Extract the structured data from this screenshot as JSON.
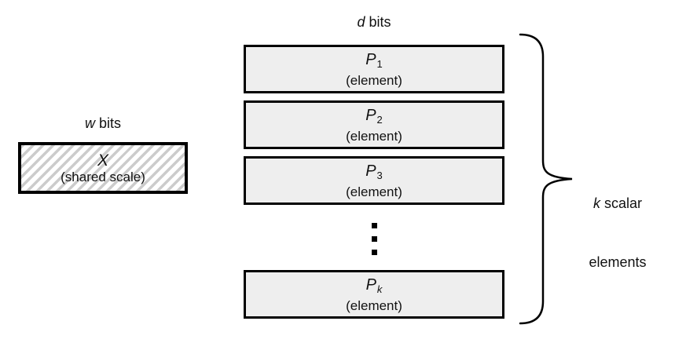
{
  "diagram": {
    "shared_scale": {
      "width_label": {
        "var": "w",
        "rest": " bits"
      },
      "box": {
        "name": "X",
        "caption": "(shared scale)"
      }
    },
    "elements_column": {
      "width_label": {
        "var": "d",
        "rest": " bits"
      },
      "boxes": [
        {
          "name": "P",
          "sub": "1",
          "caption": "(element)"
        },
        {
          "name": "P",
          "sub": "2",
          "caption": "(element)"
        },
        {
          "name": "P",
          "sub": "3",
          "caption": "(element)"
        },
        {
          "name": "P",
          "sub": "k",
          "caption": "(element)"
        }
      ],
      "ellipsis": "⋮"
    },
    "brace_label": {
      "var": "k",
      "line1_rest": " scalar",
      "line2": "elements"
    }
  },
  "colors": {
    "background": "#ffffff",
    "border": "#000000",
    "box_fill": "#eeeeee",
    "hatch_stripe": "#cccccc"
  }
}
